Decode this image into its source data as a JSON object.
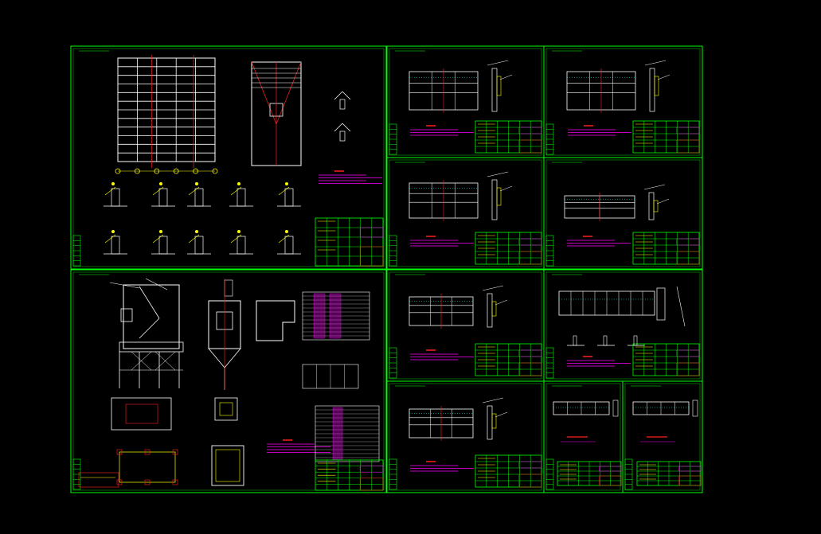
{
  "viewer": {
    "background": "#000000",
    "accent_frame": "#00ff00",
    "line_white": "#ffffff",
    "line_yellow": "#ffff00",
    "line_red": "#ff2020",
    "line_magenta": "#ff00ff",
    "line_cyan": "#00ffff"
  },
  "sheets": [
    {
      "id": "s1",
      "label": "sheet-foundation-plan"
    },
    {
      "id": "s2",
      "label": "sheet-elevation-1"
    },
    {
      "id": "s3",
      "label": "sheet-elevation-2"
    },
    {
      "id": "s4",
      "label": "sheet-elevation-3"
    },
    {
      "id": "s5",
      "label": "sheet-elevation-4"
    },
    {
      "id": "s6",
      "label": "sheet-structure-detail"
    },
    {
      "id": "s7",
      "label": "sheet-elevation-5"
    },
    {
      "id": "s8",
      "label": "sheet-long-elevation"
    },
    {
      "id": "s9",
      "label": "sheet-elevation-6"
    },
    {
      "id": "s10",
      "label": "sheet-small-left"
    },
    {
      "id": "s11",
      "label": "sheet-small-right"
    }
  ]
}
